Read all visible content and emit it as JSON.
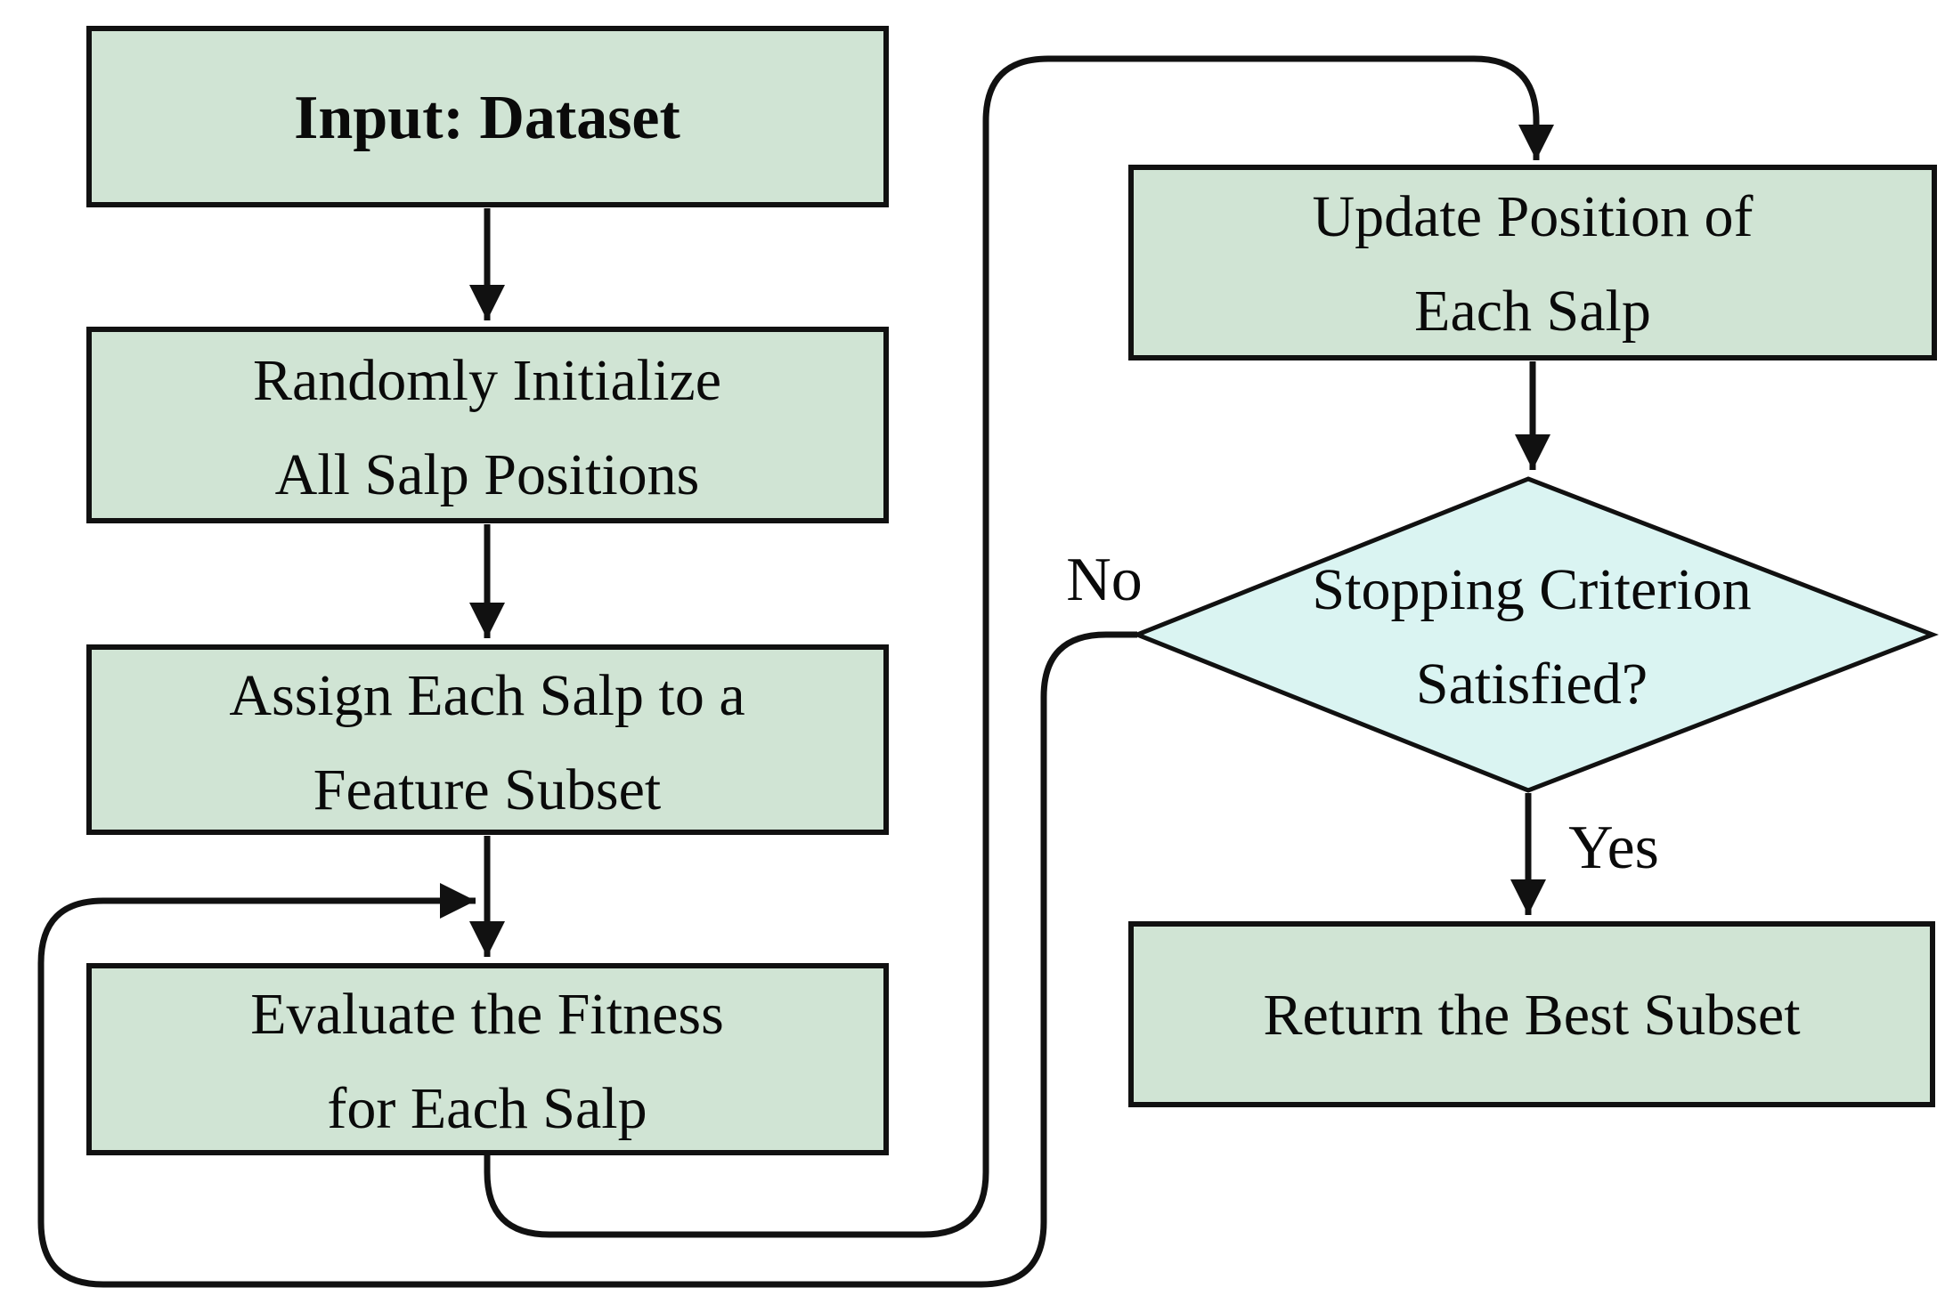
{
  "colors": {
    "process_fill": "#d0e4d4",
    "decision_fill": "#daf4f2",
    "stroke": "#111111",
    "text": "#0a0a0a",
    "background": "#ffffff"
  },
  "nodes": {
    "input": {
      "type": "process",
      "lines": [
        "Input: Dataset"
      ]
    },
    "initialize": {
      "type": "process",
      "lines": [
        "Randomly Initialize",
        "All Salp Positions"
      ]
    },
    "assign": {
      "type": "process",
      "lines": [
        "Assign Each Salp to a",
        "Feature Subset"
      ]
    },
    "evaluate": {
      "type": "process",
      "lines": [
        "Evaluate the Fitness",
        "for Each Salp"
      ]
    },
    "update": {
      "type": "process",
      "lines": [
        "Update Position of",
        "Each Salp"
      ]
    },
    "decision": {
      "type": "decision",
      "lines": [
        "Stopping Criterion",
        "Satisfied?"
      ]
    },
    "return": {
      "type": "process",
      "lines": [
        "Return the Best Subset"
      ]
    }
  },
  "edges": {
    "input_to_initialize": {
      "label": ""
    },
    "initialize_to_assign": {
      "label": ""
    },
    "assign_to_evaluate": {
      "label": ""
    },
    "evaluate_to_update_loop": {
      "label": ""
    },
    "update_to_decision": {
      "label": ""
    },
    "decision_to_return": {
      "label": "Yes"
    },
    "decision_to_evaluate_loop": {
      "label": "No"
    }
  }
}
